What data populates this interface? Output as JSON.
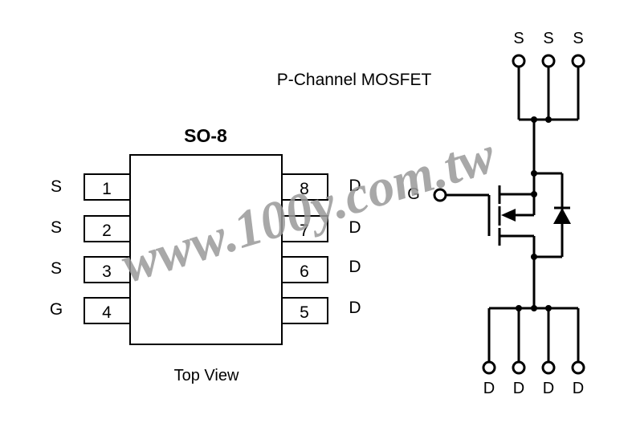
{
  "package": {
    "title": "SO-8",
    "caption": "Top View",
    "left_pins": [
      {
        "number": "1",
        "label": "S"
      },
      {
        "number": "2",
        "label": "S"
      },
      {
        "number": "3",
        "label": "S"
      },
      {
        "number": "4",
        "label": "G"
      }
    ],
    "right_pins": [
      {
        "number": "8",
        "label": "D"
      },
      {
        "number": "7",
        "label": "D"
      },
      {
        "number": "6",
        "label": "D"
      },
      {
        "number": "5",
        "label": "D"
      }
    ]
  },
  "schematic": {
    "title": "P-Channel MOSFET",
    "gate_label": "G",
    "source_labels": [
      "S",
      "S",
      "S"
    ],
    "drain_labels": [
      "D",
      "D",
      "D",
      "D"
    ]
  },
  "watermark": "www.100y.com.tw"
}
